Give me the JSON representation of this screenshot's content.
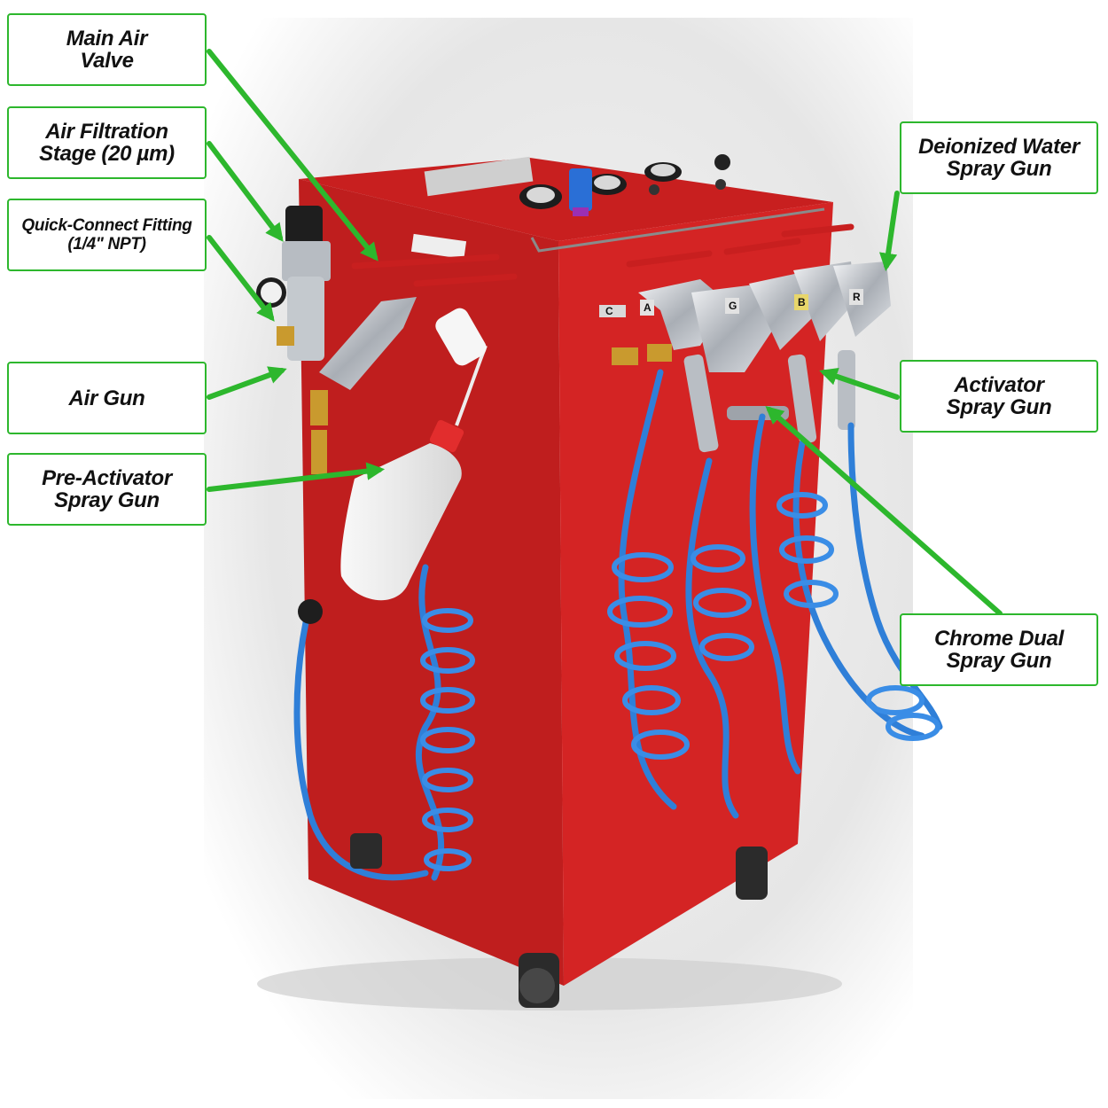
{
  "callouts": {
    "main_air_valve": "Main Air\nValve",
    "air_filtration": "Air Filtration\nStage (20 µm)",
    "quick_connect": "Quick-Connect Fitting\n(1/4\" NPT)",
    "air_gun": "Air Gun",
    "pre_activator": "Pre-Activator\nSpray Gun",
    "deionized_water": "Deionized Water\nSpray Gun",
    "activator": "Activator\nSpray Gun",
    "chrome_dual": "Chrome Dual\nSpray Gun"
  },
  "gun_tags": [
    "C",
    "A",
    "G",
    "B",
    "R"
  ],
  "colors": {
    "cabinet_red": "#d42424",
    "hose_blue": "#2f7fd8",
    "arrow_green": "#2db72d",
    "chrome": "#c9cdd2",
    "brass": "#c99a2e"
  }
}
